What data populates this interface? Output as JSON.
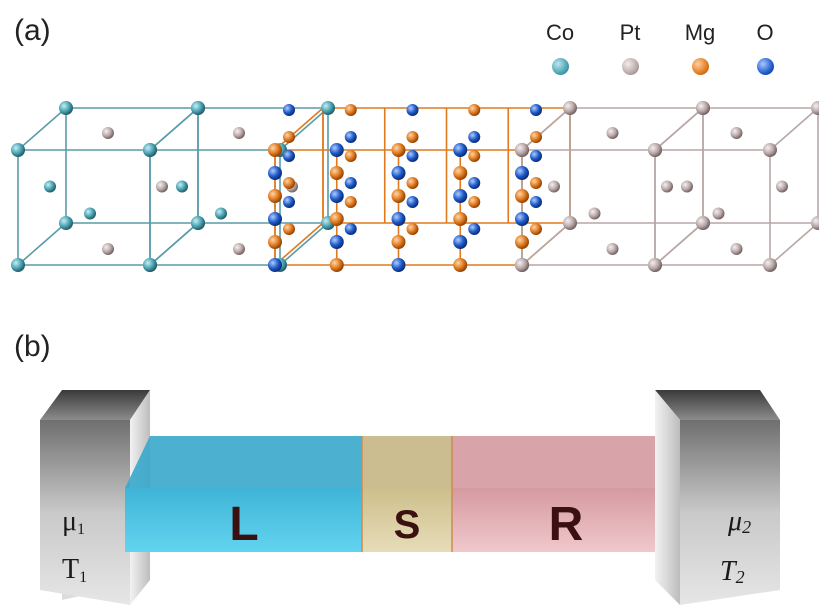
{
  "panels": {
    "a": "(a)",
    "b": "(b)"
  },
  "legend": [
    {
      "label": "Co",
      "color": "#4aa3b3"
    },
    {
      "label": "Pt",
      "color": "#b9a9a9"
    },
    {
      "label": "Mg",
      "color": "#e07a1f"
    },
    {
      "label": "O",
      "color": "#1f5bc9"
    }
  ],
  "colors": {
    "co_bond": "#5a9ba8",
    "pt_bond": "#b8a6a6",
    "mg_bond": "#e07a1f",
    "lead_left": "#55c9e6",
    "scatter": "#d8cfa8",
    "lead_right": "#e8b9bd",
    "reservoir": "#9a9a9a"
  },
  "regions": {
    "left": "L",
    "scatter": "S",
    "right": "R"
  },
  "reservoirs": {
    "left": {
      "mu": "μ",
      "mu_sub": "1",
      "t": "T",
      "t_sub": "1"
    },
    "right": {
      "mu": "μ",
      "mu_sub": "2",
      "t": "T",
      "t_sub": "2"
    }
  }
}
